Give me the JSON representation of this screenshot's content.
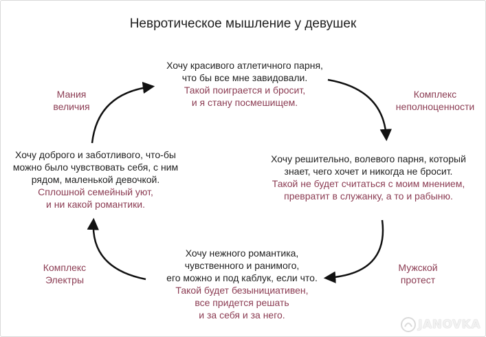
{
  "title": "Невротическое мышление у девушек",
  "blocks": {
    "top": {
      "black": [
        "Хочу красивого атлетичного парня,",
        "что бы все мне завидовали."
      ],
      "red": [
        "Такой поиграется и бросит,",
        "и я стану посмешищем."
      ]
    },
    "right": {
      "black": [
        "Хочу решительно, волевого парня, который",
        "знает, чего хочет и никогда не бросит."
      ],
      "red": [
        "Такой не будет считаться с моим мнением,",
        "превратит в  служанку, а то и рабыню."
      ]
    },
    "bottom": {
      "black": [
        "Хочу нежного романтика,",
        "чувственного и ранимого,",
        "его можно и под каблук, если что."
      ],
      "red": [
        "Такой будет безынициативен,",
        "все придется решать",
        "и за себя и за него."
      ]
    },
    "left": {
      "black": [
        "Хочу доброго и заботливого, что-бы",
        "можно было чувствовать себя, с ним",
        "рядом, маленькой девочкой."
      ],
      "red": [
        "Сплошной семейный уют,",
        "и ни какой романтики."
      ]
    }
  },
  "labels": {
    "top_left": [
      "Мания",
      "величия"
    ],
    "top_right": [
      "Комплекс",
      "неполноценности"
    ],
    "bottom_right": [
      "Мужской",
      "протест"
    ],
    "bottom_left": [
      "Комплекс",
      "Электры"
    ]
  },
  "watermark": "JANOVKA",
  "colors": {
    "text": "#1e1e1e",
    "accent": "#8b3b52",
    "arrow": "#111111"
  }
}
